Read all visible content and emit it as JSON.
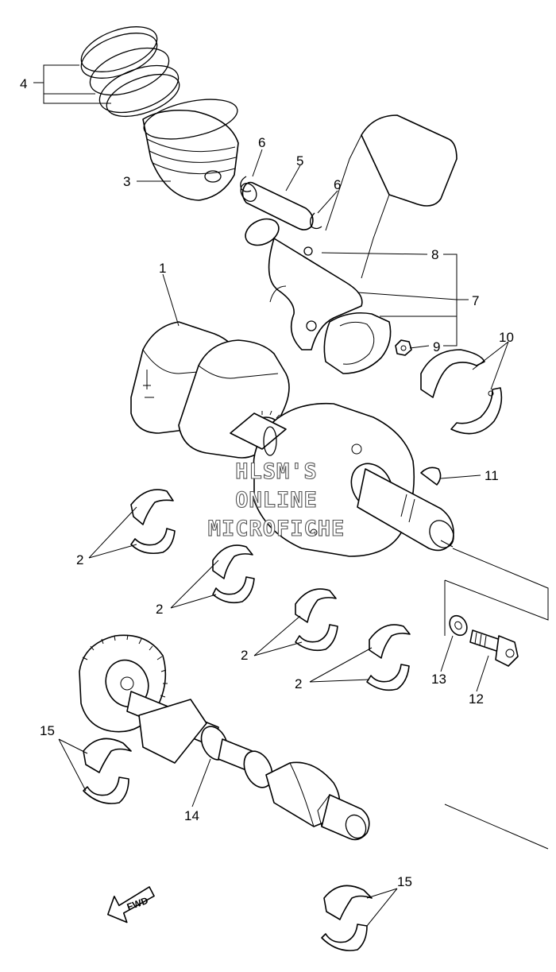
{
  "labels": {
    "l1": "1",
    "l2a": "2",
    "l2b": "2",
    "l2c": "2",
    "l2d": "2",
    "l3": "3",
    "l4": "4",
    "l5": "5",
    "l6a": "6",
    "l6b": "6",
    "l7": "7",
    "l8": "8",
    "l9": "9",
    "l10": "10",
    "l11": "11",
    "l12": "12",
    "l13": "13",
    "l14": "14",
    "l15a": "15",
    "l15b": "15"
  },
  "watermark": {
    "line1": "HLSM'S",
    "line2": "ONLINE",
    "line3": "MICROFICHE"
  },
  "direction_arrow": {
    "text": "FWD"
  },
  "icons": [
    "fwd-arrow-icon"
  ]
}
